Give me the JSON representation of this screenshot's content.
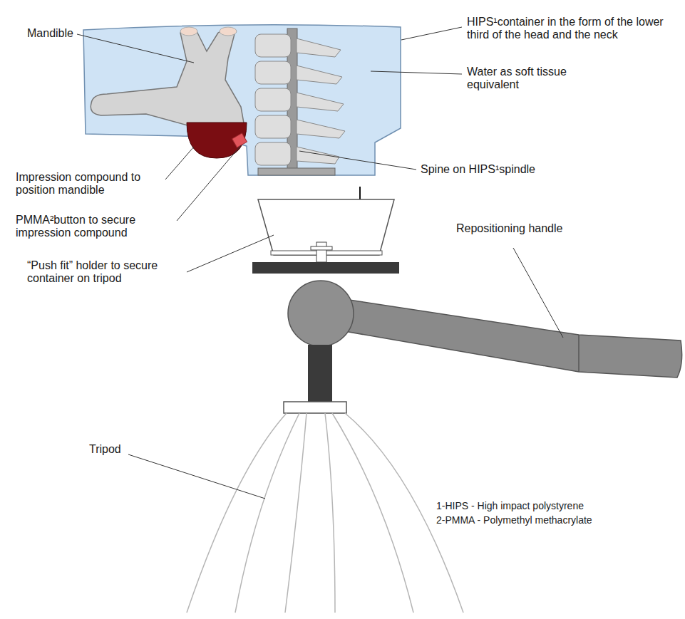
{
  "diagram": {
    "labels": [
      "Mandible",
      "HIPS¹container in the form of the lower third of the head and the neck",
      "Water as soft tissue equivalent",
      "Spine on HIPS¹spindle",
      "Impression compound to position mandible",
      "PMMA²button to secure impression compound",
      "“Push fit” holder to secure container on tripod",
      "Repositioning handle",
      "Tripod",
      "1-HIPS - High impact polystyrene",
      "2-PMMA - Polymethyl methacrylate"
    ]
  }
}
